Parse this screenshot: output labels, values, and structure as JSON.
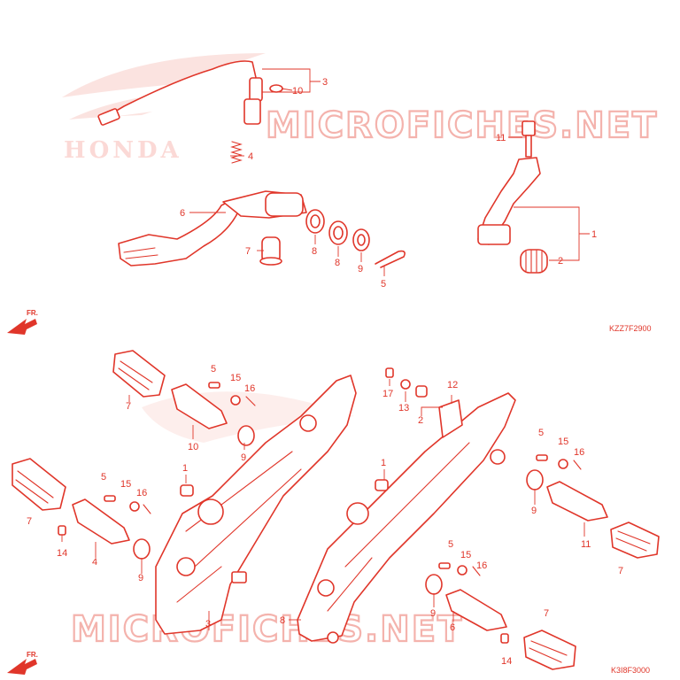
{
  "watermark": {
    "site_top": "MICROFICHES.NET",
    "site_bottom": "MICROFICHES.NET",
    "brand": "HONDA"
  },
  "diagram_codes": {
    "upper": "KZZ7F2900",
    "lower": "K3I8F3000"
  },
  "direction_markers": {
    "upper": "FR.",
    "lower": "FR."
  },
  "upper_assembly": {
    "callouts": [
      "3",
      "10",
      "4",
      "6",
      "7",
      "8",
      "8",
      "9",
      "5",
      "11",
      "1",
      "2"
    ]
  },
  "lower_assembly": {
    "callouts": [
      "7",
      "5",
      "15",
      "16",
      "10",
      "9",
      "17",
      "13",
      "2",
      "12",
      "5",
      "15",
      "16",
      "9",
      "11",
      "7",
      "7",
      "5",
      "15",
      "16",
      "1",
      "4",
      "14",
      "9",
      "3",
      "1",
      "5",
      "15",
      "16",
      "9",
      "6",
      "8",
      "7",
      "14"
    ]
  },
  "colors": {
    "line": "#e0362a",
    "watermark": "#f4b3ad"
  }
}
